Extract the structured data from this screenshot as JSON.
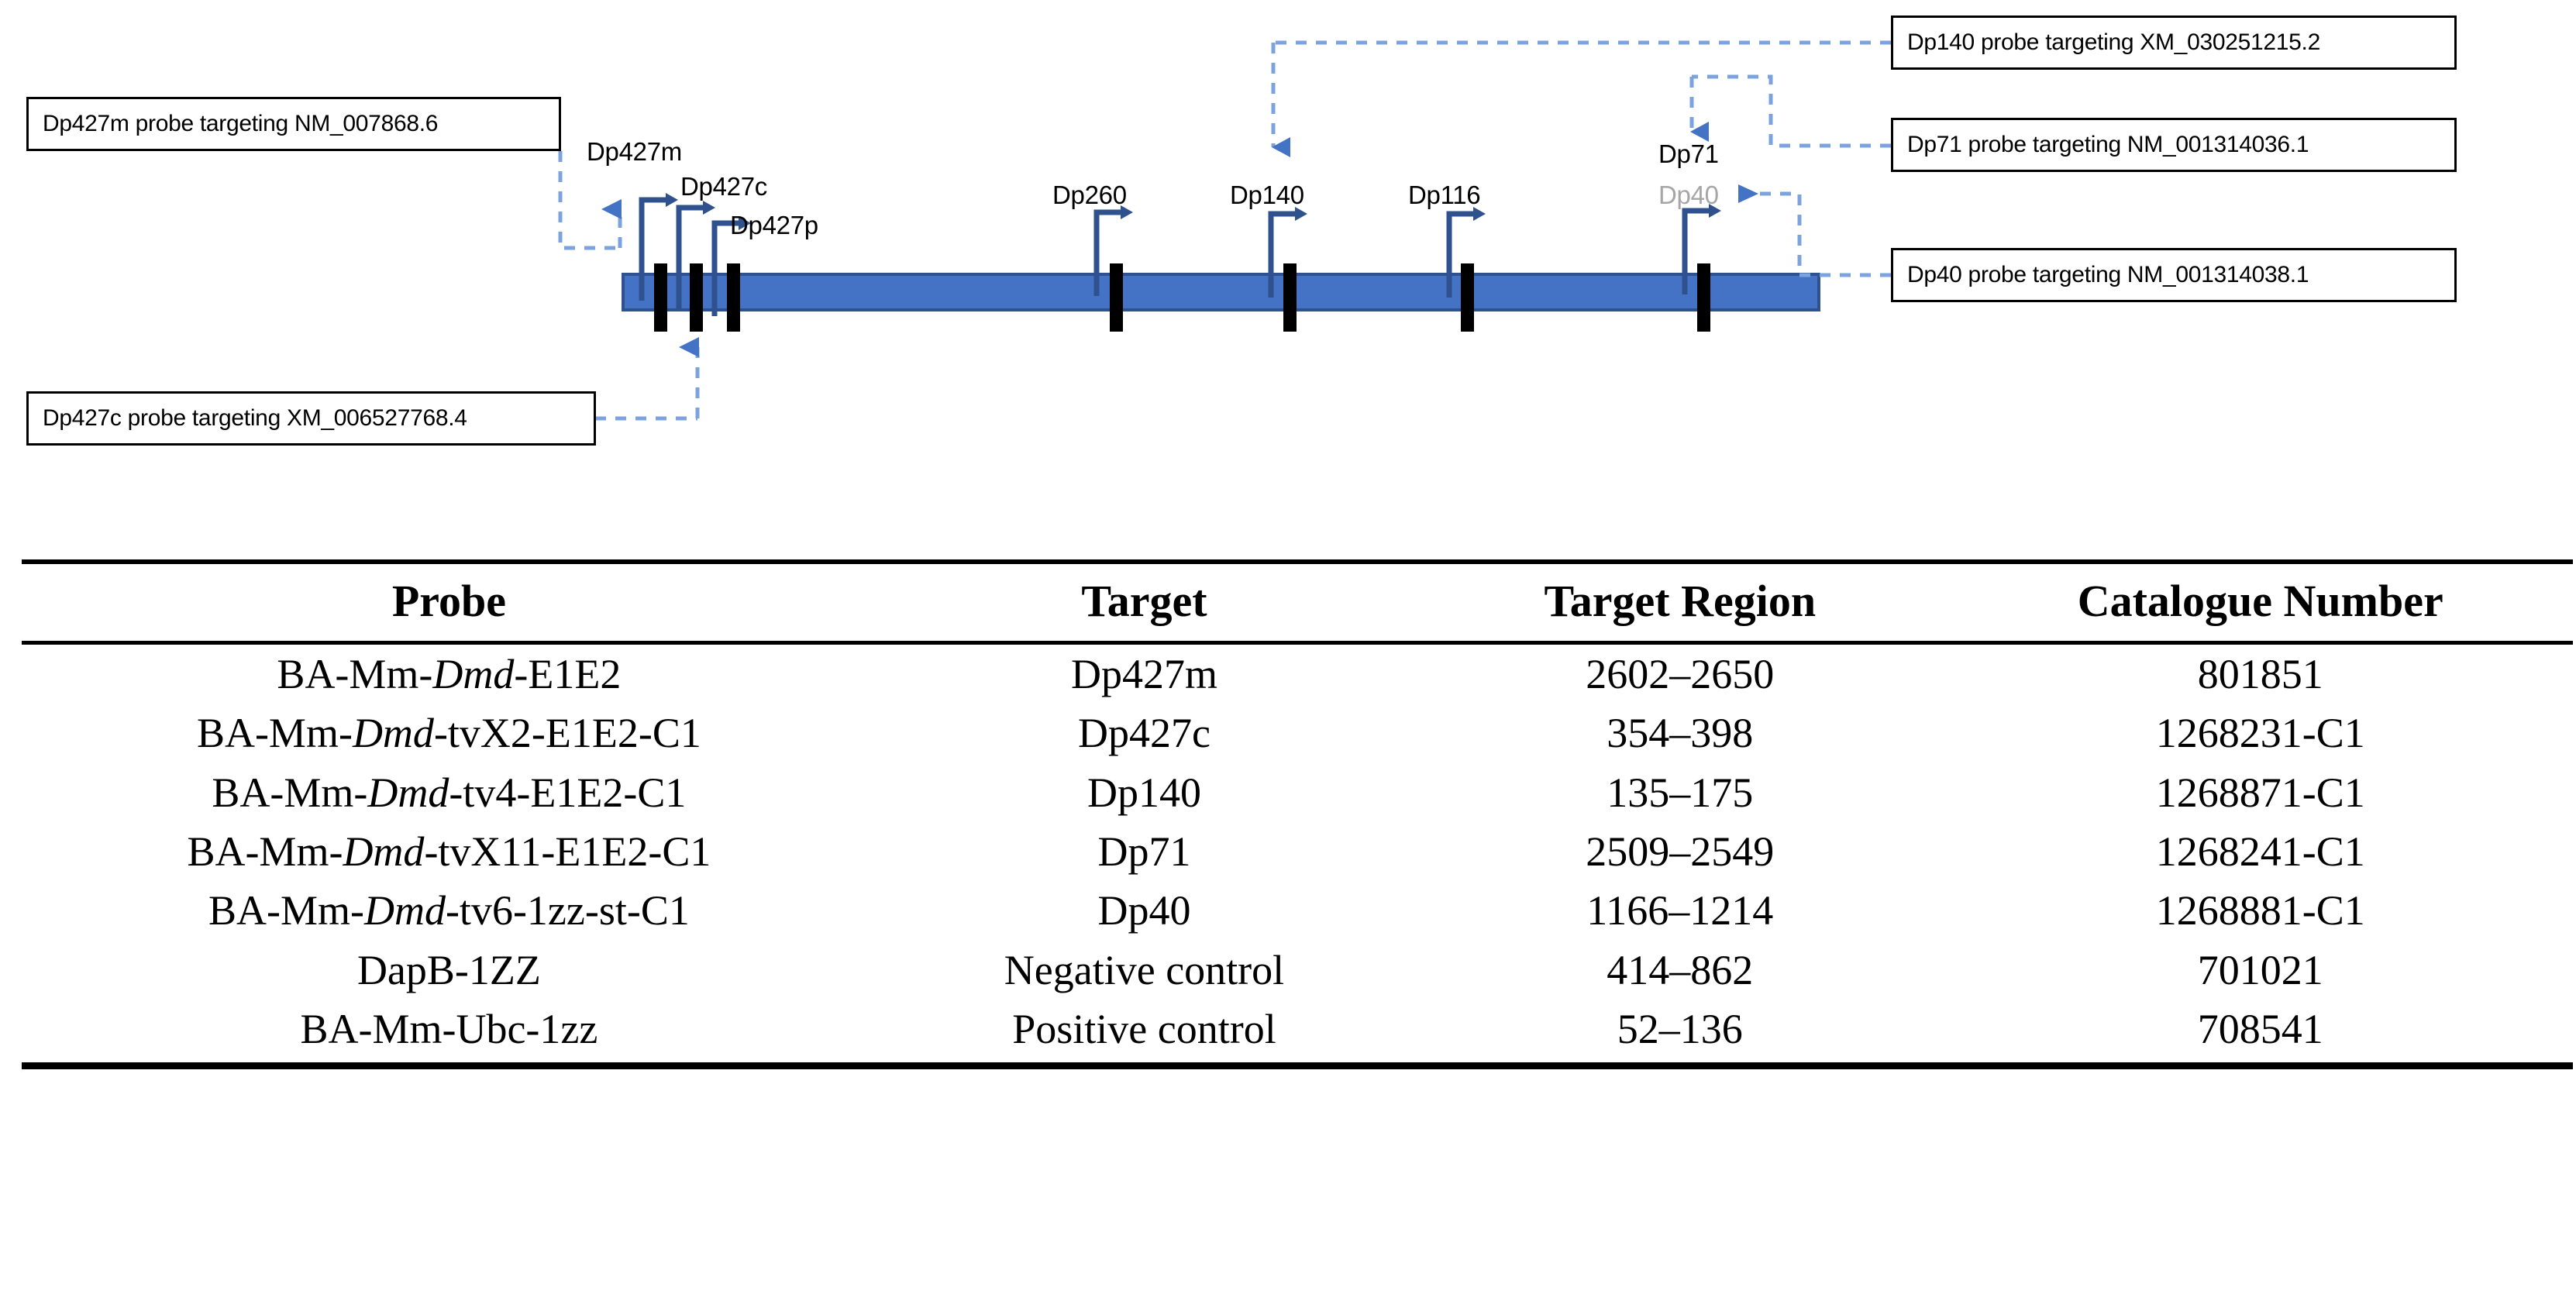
{
  "figure": {
    "gene_bar": {
      "name": "dmd-gene-body",
      "fill_color": "#4472C4",
      "stroke_color": "#2F528F"
    },
    "accent_color": "#4472C4",
    "connector_color": "#7CA3DE",
    "muted_label_color": "#A6A6A6",
    "promoters": [
      {
        "id": "dp427m",
        "label": "Dp427m",
        "muted": false
      },
      {
        "id": "dp427c",
        "label": "Dp427c",
        "muted": false
      },
      {
        "id": "dp427p",
        "label": "Dp427p",
        "muted": false
      },
      {
        "id": "dp260",
        "label": "Dp260",
        "muted": false
      },
      {
        "id": "dp140",
        "label": "Dp140",
        "muted": false
      },
      {
        "id": "dp116",
        "label": "Dp116",
        "muted": false
      },
      {
        "id": "dp71",
        "label": "Dp71",
        "muted": false
      },
      {
        "id": "dp40",
        "label": "Dp40",
        "muted": true
      }
    ],
    "callouts": [
      {
        "id": "dp427m-callout",
        "text": "Dp427m probe targeting NM_007868.6"
      },
      {
        "id": "dp427c-callout",
        "text": "Dp427c probe targeting XM_006527768.4"
      },
      {
        "id": "dp140-callout",
        "text": "Dp140 probe targeting XM_030251215.2"
      },
      {
        "id": "dp71-callout",
        "text": "Dp71 probe targeting NM_001314036.1"
      },
      {
        "id": "dp40-callout",
        "text": "Dp40 probe targeting NM_001314038.1"
      }
    ]
  },
  "table": {
    "headers": {
      "probe": "Probe",
      "target": "Target",
      "region": "Target Region",
      "catalogue": "Catalogue Number"
    },
    "rows": [
      {
        "probe_prefix": "BA-Mm-",
        "probe_gene": "Dmd",
        "probe_suffix": "-E1E2",
        "target": "Dp427m",
        "region": "2602–2650",
        "catalogue": "801851"
      },
      {
        "probe_prefix": "BA-Mm-",
        "probe_gene": "Dmd",
        "probe_suffix": "-tvX2-E1E2-C1",
        "target": "Dp427c",
        "region": "354–398",
        "catalogue": "1268231-C1"
      },
      {
        "probe_prefix": "BA-Mm-",
        "probe_gene": "Dmd",
        "probe_suffix": "-tv4-E1E2-C1",
        "target": "Dp140",
        "region": "135–175",
        "catalogue": "1268871-C1"
      },
      {
        "probe_prefix": "BA-Mm-",
        "probe_gene": "Dmd",
        "probe_suffix": "-tvX11-E1E2-C1",
        "target": "Dp71",
        "region": "2509–2549",
        "catalogue": "1268241-C1"
      },
      {
        "probe_prefix": "BA-Mm-",
        "probe_gene": "Dmd",
        "probe_suffix": "-tv6-1zz-st-C1",
        "target": "Dp40",
        "region": "1166–1214",
        "catalogue": "1268881-C1"
      },
      {
        "probe_prefix": "DapB-1ZZ",
        "probe_gene": "",
        "probe_suffix": "",
        "target": "Negative control",
        "region": "414–862",
        "catalogue": "701021"
      },
      {
        "probe_prefix": "BA-Mm-Ubc-1zz",
        "probe_gene": "",
        "probe_suffix": "",
        "target": "Positive control",
        "region": "52–136",
        "catalogue": "708541"
      }
    ]
  }
}
